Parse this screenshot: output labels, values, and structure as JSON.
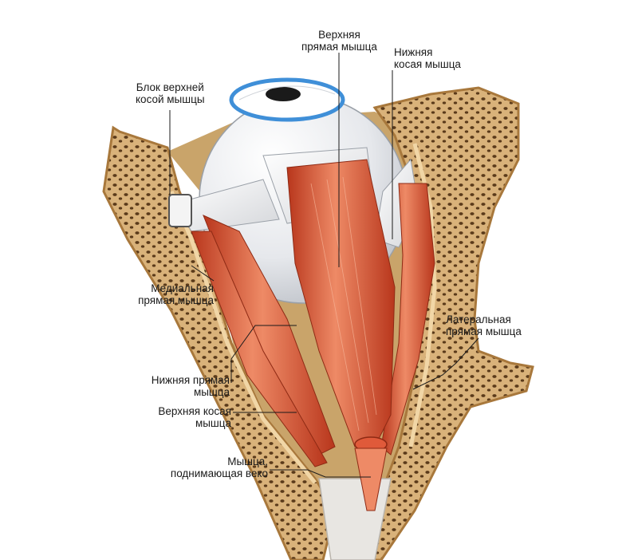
{
  "labels": {
    "superior_rectus": [
      "Верхняя",
      "прямая мышца"
    ],
    "inferior_oblique": [
      "Нижняя",
      "косая мышца"
    ],
    "trochlea": [
      "Блок верхней",
      "косой мышцы"
    ],
    "medial_rectus": [
      "Медиальная",
      "прямая мышца"
    ],
    "lateral_rectus": [
      "Латеральная",
      "прямая мышца"
    ],
    "inferior_rectus": [
      "Нижняя прямая",
      "мышца"
    ],
    "superior_oblique": [
      "Верхняя косая",
      "мышца"
    ],
    "levator": [
      "Мышца,",
      "поднимающая веко"
    ]
  },
  "colors": {
    "bone": "#d9b27a",
    "bone_dark": "#a8783c",
    "muscle": "#d24a2a",
    "muscle_light": "#ee8a66",
    "sclera": "#eceef1",
    "tendon": "#f2f2f2",
    "iris": "#3f8fd8"
  }
}
